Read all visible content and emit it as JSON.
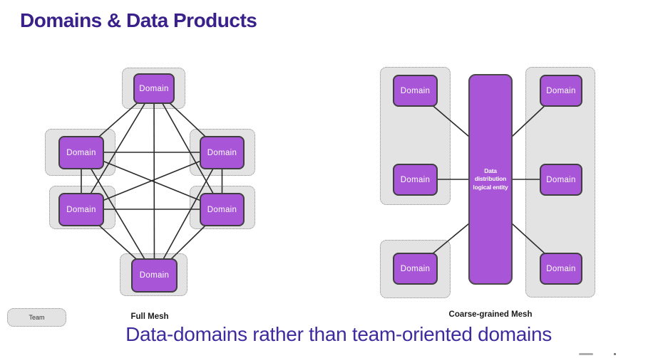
{
  "page": {
    "title": "Domains & Data Products",
    "caption": "Data-domains rather than team-oriented domains"
  },
  "legend": {
    "team": "Team"
  },
  "full_mesh": {
    "caption": "Full Mesh",
    "nodes": [
      "Domain",
      "Domain",
      "Domain",
      "Domain",
      "Domain",
      "Domain"
    ]
  },
  "coarse_mesh": {
    "caption": "Coarse-grained Mesh",
    "hub": "Data distribution logical entity",
    "left_nodes": [
      "Domain",
      "Domain",
      "Domain"
    ],
    "right_nodes": [
      "Domain",
      "Domain",
      "Domain"
    ]
  },
  "colors": {
    "domain_fill": "#a855d8",
    "domain_border": "#3f3f3f",
    "team_fill": "#e3e3e3",
    "team_border": "#8c8c8c",
    "line": "#2b2b2b",
    "title_text": "#39208a",
    "caption_text": "#3f2b9e",
    "label_text": "#1a1a1a"
  }
}
